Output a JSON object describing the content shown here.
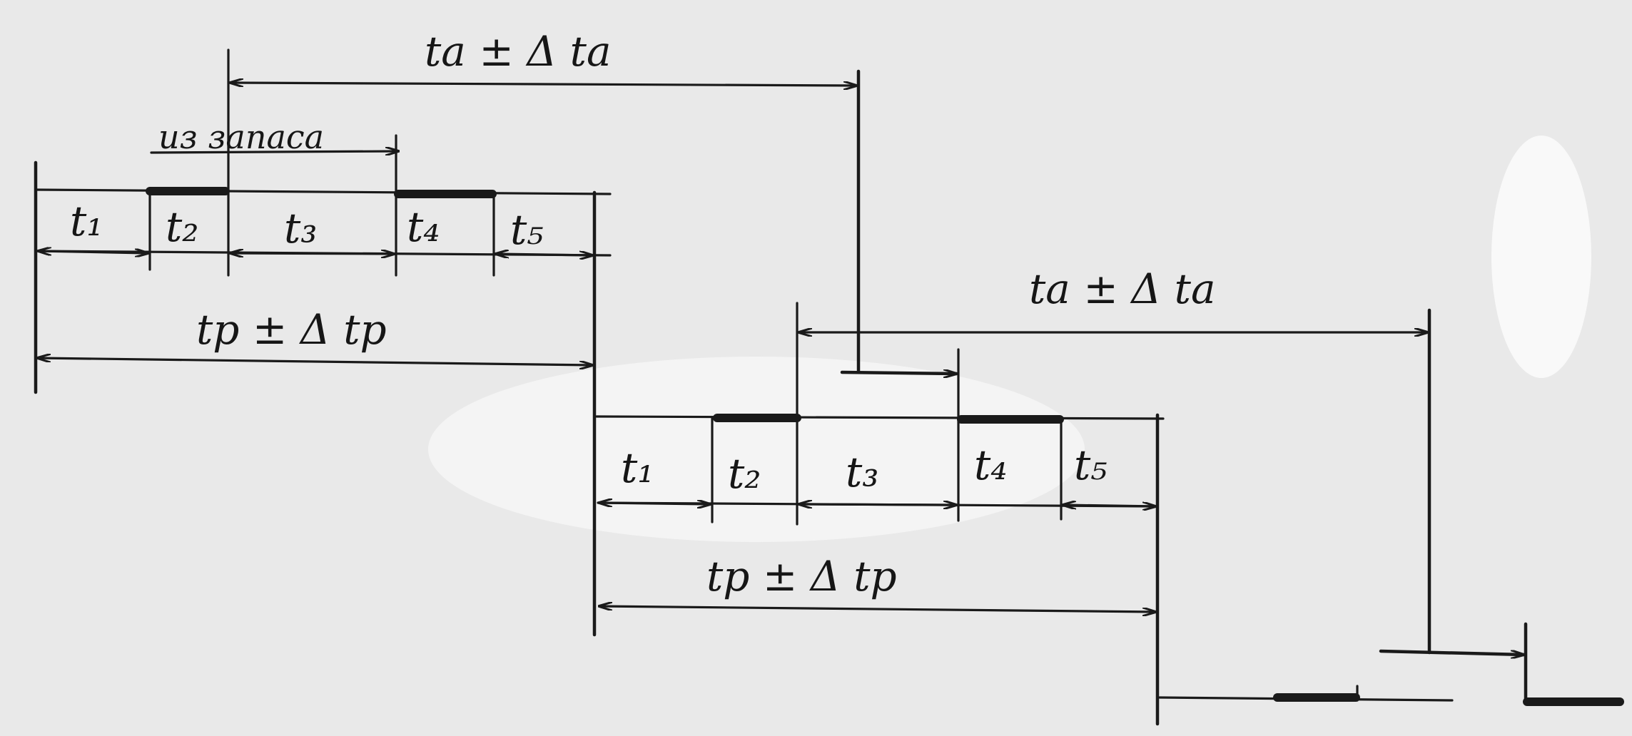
{
  "diagram": {
    "top_interval": "tа ± Δ tа",
    "right_interval": "tа ± Δ tа",
    "reserve_note": "из запаса",
    "cycle1": {
      "segments": [
        "t₁",
        "t₂",
        "t₃",
        "t₄",
        "t₅"
      ],
      "period": "tр ± Δ tр"
    },
    "cycle2": {
      "segments": [
        "t₁",
        "t₂",
        "t₃",
        "t₄",
        "t₅"
      ],
      "period": "tр ± Δ tр"
    }
  },
  "colors": {
    "paper": "#e9e9e9",
    "ink": "#1a1a1a"
  }
}
